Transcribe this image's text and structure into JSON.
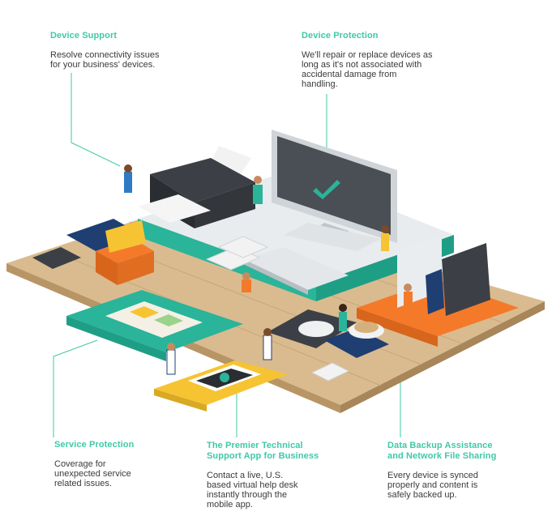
{
  "callouts": {
    "device_support": {
      "title": "Device Support",
      "body": "Resolve connectivity issues\nfor your business' devices."
    },
    "device_protection": {
      "title": "Device Protection",
      "body": "We'll repair or replace devices as\nlong as it's not associated with\naccidental damage from\nhandling."
    },
    "service_protection": {
      "title": "Service Protection",
      "body": "Coverage for\nunexpected service\nrelated issues."
    },
    "support_app": {
      "title": "The Premier Technical\nSupport App for Business",
      "body": "Contact a live, U.S.\nbased virtual help desk\ninstantly through the\nmobile app."
    },
    "data_backup": {
      "title": "Data Backup Assistance\nand Network File Sharing",
      "body": "Every device is synced\nproperly and content is\nsafely backed up."
    }
  },
  "colors": {
    "accent": "#3fc9a6",
    "text": "#3b3b3b",
    "wood": "#d8b98c",
    "orange": "#f47a2a",
    "yellow": "#f6c433",
    "navy": "#1f3f73",
    "teal": "#2ab49a"
  }
}
